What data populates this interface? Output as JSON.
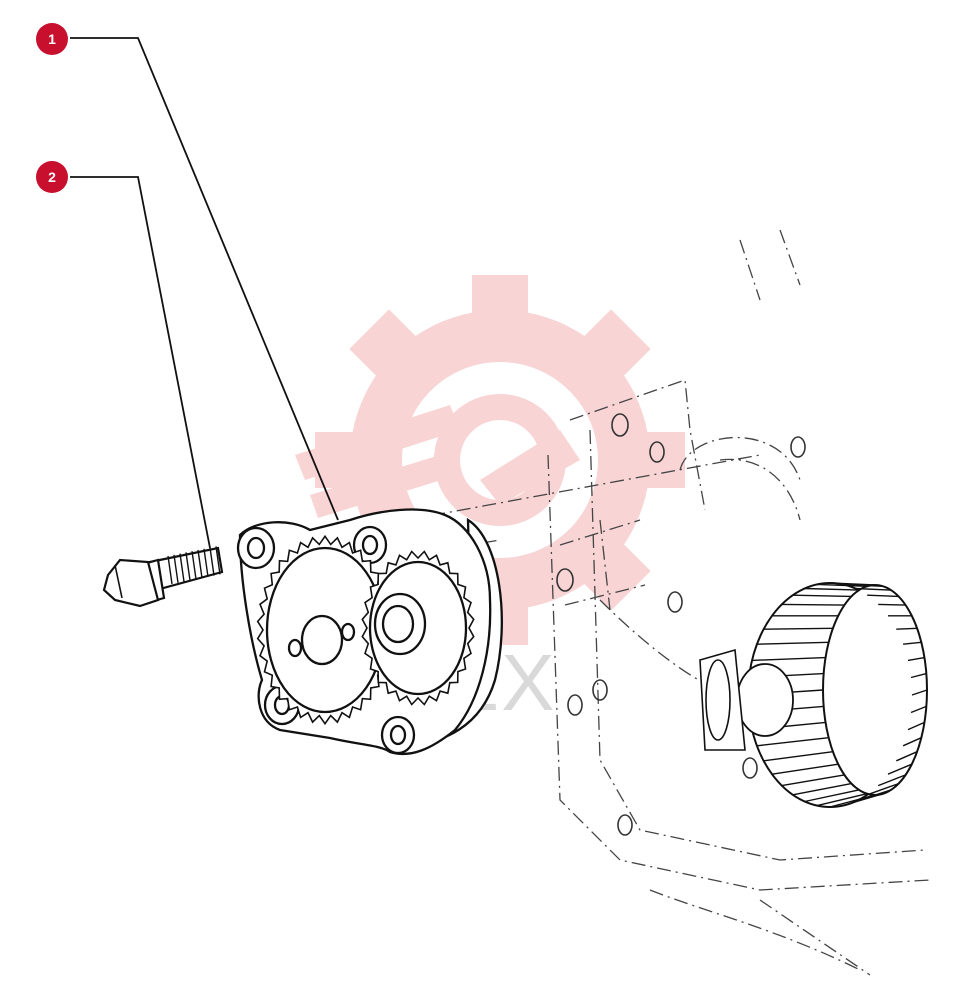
{
  "callouts": [
    {
      "number": "1",
      "part": "oil-pump"
    },
    {
      "number": "2",
      "part": "bolt"
    }
  ],
  "watermark": {
    "text": "TEX"
  },
  "colors": {
    "callout": "#c8102e",
    "watermark": "#f7c6c6",
    "line": "#111111",
    "phantom": "#444444"
  }
}
